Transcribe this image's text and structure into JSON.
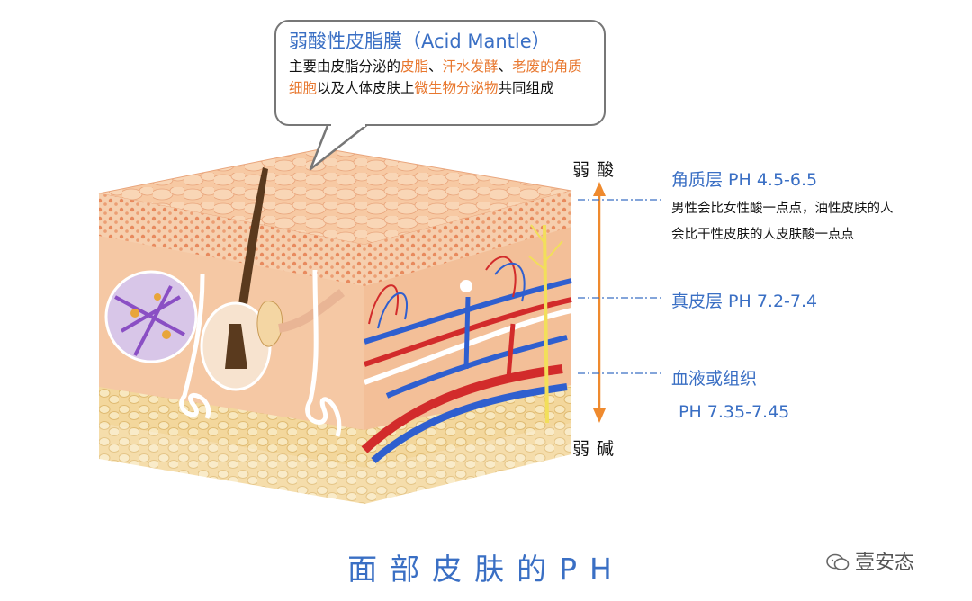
{
  "bubble": {
    "title": "弱酸性皮脂膜（Acid Mantle）",
    "body_parts": [
      {
        "text": "主要由皮脂分泌的",
        "highlight": false
      },
      {
        "text": "皮脂",
        "highlight": true
      },
      {
        "text": "、",
        "highlight": false
      },
      {
        "text": "汗水发酵",
        "highlight": true
      },
      {
        "text": "、",
        "highlight": false
      },
      {
        "text": "老废的角质细胞",
        "highlight": true
      },
      {
        "text": "以及人体皮肤上",
        "highlight": false
      },
      {
        "text": "微生物分泌物",
        "highlight": true
      },
      {
        "text": "共同组成",
        "highlight": false
      }
    ]
  },
  "axis": {
    "top": "弱酸",
    "bottom": "弱碱"
  },
  "layers": [
    {
      "title": "角质层 PH 4.5-6.5",
      "desc": [
        "男性会比女性酸一点点，油性皮肤的人",
        "会比干性皮肤的人皮肤酸一点点"
      ]
    },
    {
      "title": "真皮层 PH 7.2-7.4",
      "desc": []
    },
    {
      "title": "血液或组织",
      "desc": []
    },
    {
      "title": "PH 7.35-7.45",
      "desc": []
    }
  ],
  "caption": "面部皮肤的PH",
  "watermark": "壹安态",
  "colors": {
    "accent_blue": "#3a6fc4",
    "highlight_orange": "#e8772e",
    "arrow_orange": "#ef8a2e"
  }
}
